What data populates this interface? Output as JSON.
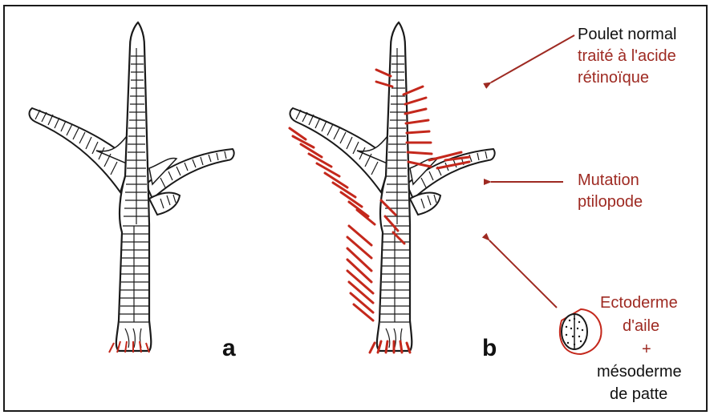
{
  "panels": {
    "a": "a",
    "b": "b"
  },
  "labels": {
    "normal": "Poulet normal",
    "retinoic_1": "traité à l'acide",
    "retinoic_2": "rétinoïque",
    "mutation_1": "Mutation",
    "mutation_2": "ptilopode",
    "ecto_1": "Ectoderme",
    "ecto_2": "d'aile",
    "plus": "+",
    "meso_1": "mésoderme",
    "meso_2": "de patte"
  },
  "colors": {
    "feather_red": "#c4281c",
    "label_red": "#9e2a22",
    "ink": "#1a1a1a"
  }
}
